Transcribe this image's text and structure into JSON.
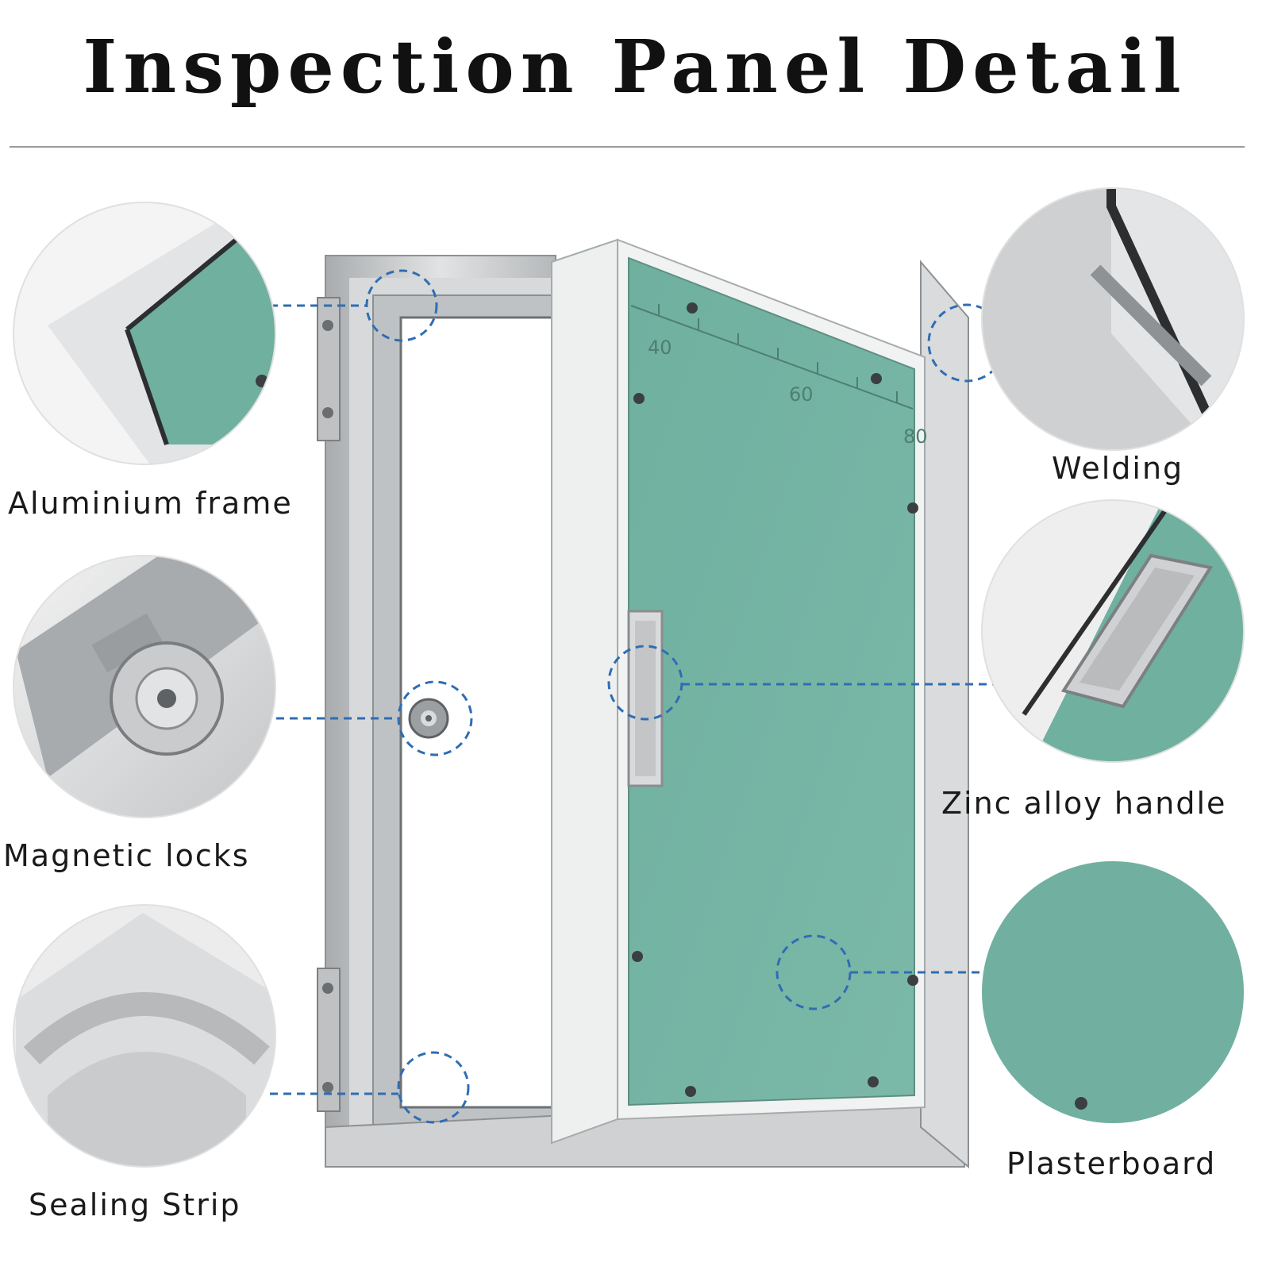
{
  "title": "Inspection Panel Detail",
  "colors": {
    "plasterboard": "#6fb09f",
    "frame": "#c9cbcc",
    "callout_line": "#2f6db3",
    "text": "#1a1a1a"
  },
  "ruler_marks": [
    "40",
    "60",
    "80"
  ],
  "callouts": {
    "aluminium_frame": "Aluminium frame",
    "magnetic_locks": "Magnetic locks",
    "sealing_strip": "Sealing Strip",
    "welding": "Welding",
    "zinc_alloy_handle": "Zinc alloy handle",
    "plasterboard": "Plasterboard"
  }
}
